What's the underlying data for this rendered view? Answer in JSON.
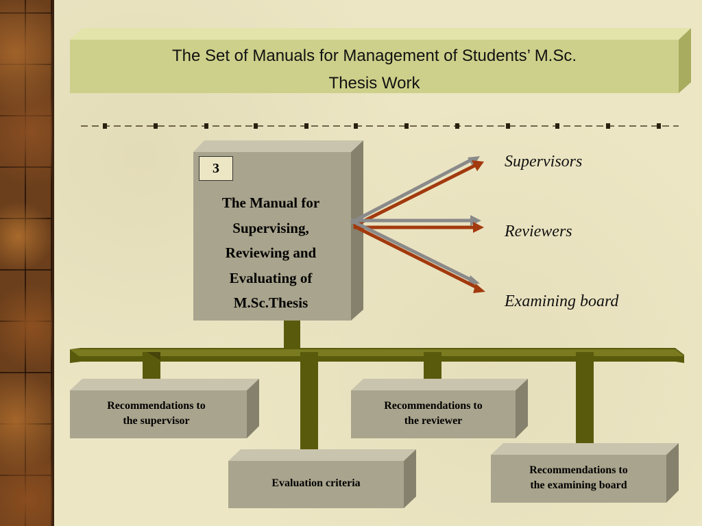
{
  "title": {
    "line1": "The Set of Manuals for Management of Students’ M.Sc.",
    "line2": "Thesis Work"
  },
  "manual": {
    "number": "3",
    "lines": [
      "The Manual for",
      "Supervising,",
      "Reviewing and",
      "Evaluating of",
      "M.Sc.Thesis"
    ]
  },
  "targets": [
    "Supervisors",
    "Reviewers",
    "Examining board"
  ],
  "recommendations": {
    "supervisor": [
      "Recommendations to",
      "the supervisor"
    ],
    "reviewer": [
      "Recommendations to",
      "the reviewer"
    ],
    "criteria": "Evaluation criteria",
    "board": [
      "Recommendations to",
      "the examining board"
    ]
  },
  "colors": {
    "background": "#ece6c4",
    "banner": "#cdd08a",
    "box": "#a9a48d",
    "connector": "#5a5a0c",
    "arrow_red": "#a23a0e",
    "arrow_gray": "#8a8a8a"
  }
}
